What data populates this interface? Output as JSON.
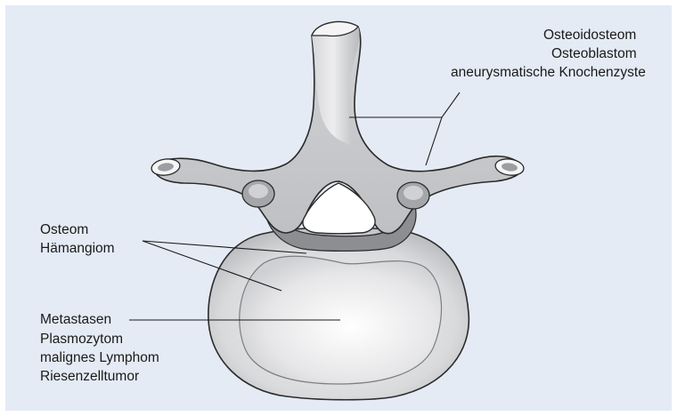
{
  "colors": {
    "background": "#e4ebf5",
    "bone_light": "#e9e9ea",
    "bone_mid": "#c9cacc",
    "bone_dark": "#8e9094",
    "outline": "#2a2a2a",
    "leader_line": "#1a1a1a"
  },
  "labels": {
    "posterior": {
      "line1": "Osteoidosteom",
      "line2": "Osteoblastom",
      "line3": "aneurysmatische Knochenzyste"
    },
    "anterior_benign": {
      "line1": "Osteom",
      "line2": "Hämangiom"
    },
    "malignant": {
      "line1": "Metastasen",
      "line2": "Plasmozytom",
      "line3": "malignes Lymphom",
      "line4": "Riesenzelltumor"
    }
  }
}
